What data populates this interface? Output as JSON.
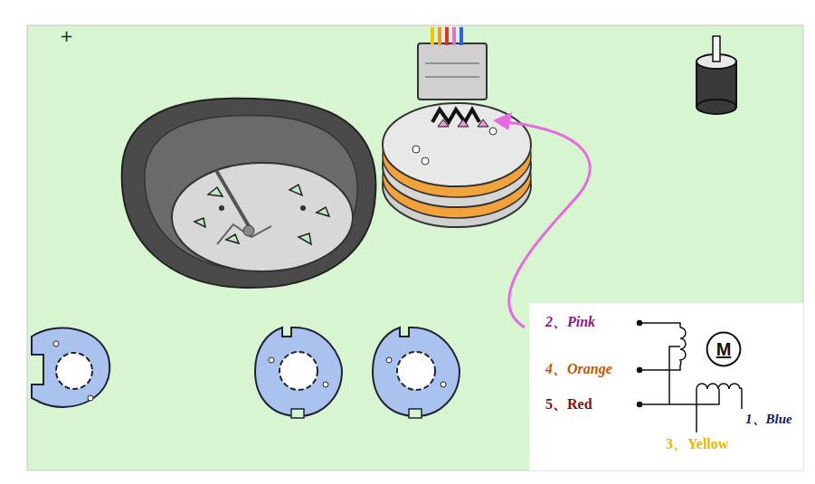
{
  "diagram": {
    "nodes": [
      {
        "text": [
          "M"
        ]
      }
    ],
    "labels": [
      "+",
      "2、Pink",
      "4、Orange",
      "5、Red",
      "1、Blue",
      "3、Yellow"
    ]
  }
}
